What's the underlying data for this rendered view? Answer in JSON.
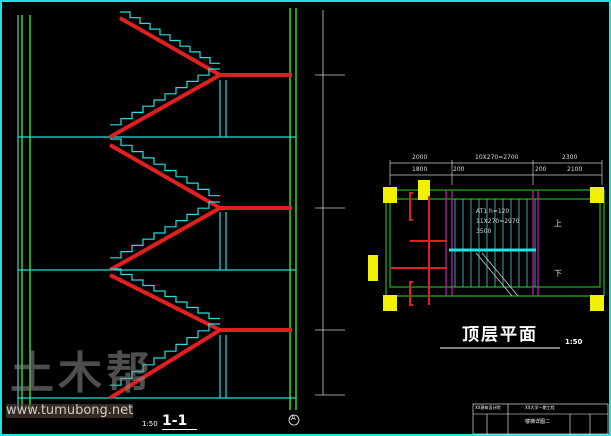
{
  "section": {
    "title": "1-1",
    "scale_prefix": "1:50",
    "axis_label": "A"
  },
  "plan": {
    "title": "顶层平面",
    "scale": "1:50",
    "dims_top": [
      "2000",
      "10X270=2700",
      "2300"
    ],
    "dims_second": [
      "1800",
      "200",
      "200",
      "2100"
    ],
    "labels": [
      "AT1 h=120",
      "11X270=2970",
      "3500",
      "上",
      "下"
    ]
  },
  "title_block": {
    "company": "XX建筑设计院",
    "project": "XX大学一期工程",
    "drawing": "楼梯详图二"
  },
  "watermark": {
    "logo": "土木帮",
    "url": "www.tumubong.net"
  },
  "colors": {
    "slab": "#e02020",
    "steps": "#20e0e0",
    "walls": "#20e020",
    "columns": "#f0f000",
    "rail": "#c020c0"
  }
}
